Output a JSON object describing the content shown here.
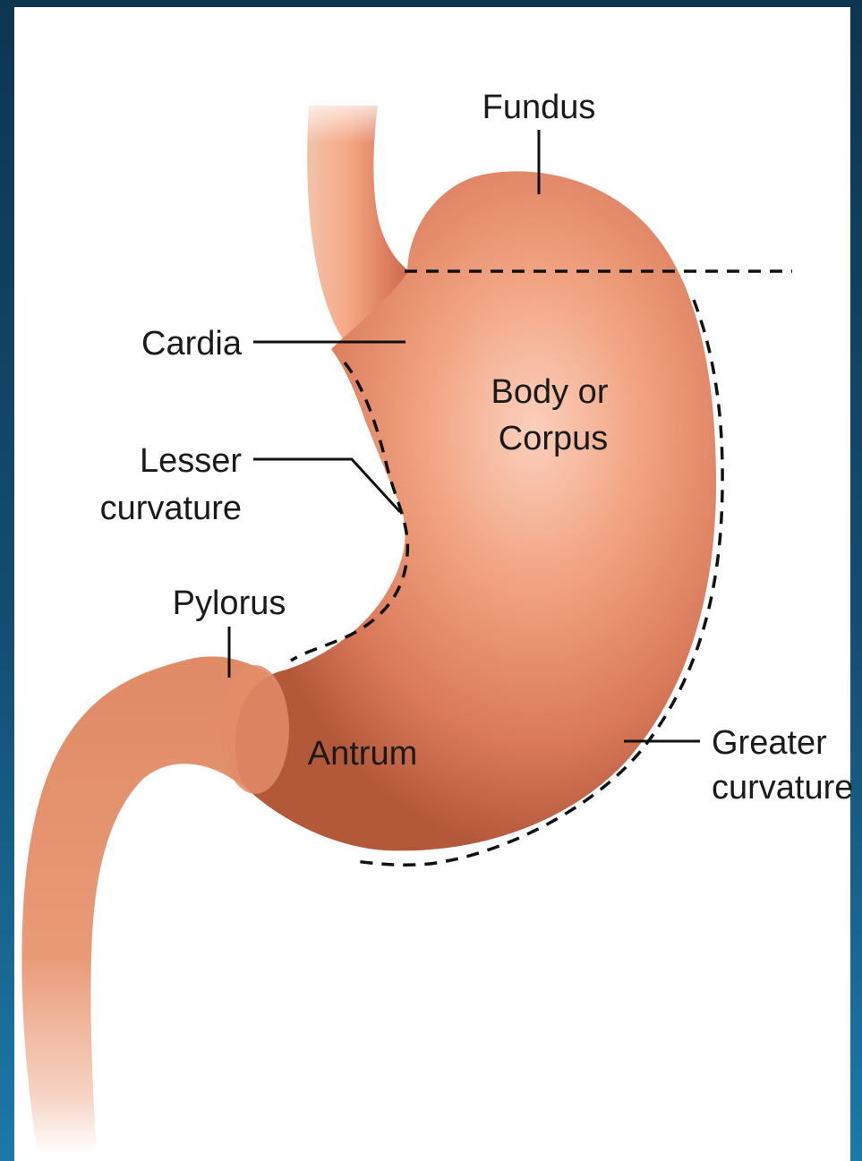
{
  "labels": {
    "fundus": "Fundus",
    "cardia": "Cardia",
    "body_line1": "Body or",
    "body_line2": "Corpus",
    "lesser_line1": "Lesser",
    "lesser_line2": "curvature",
    "pylorus": "Pylorus",
    "antrum": "Antrum",
    "greater_line1": "Greater",
    "greater_line2": "curvature"
  },
  "colors": {
    "stomach_light": "#f7b79c",
    "stomach_mid": "#e08a66",
    "stomach_dark": "#b4583a",
    "frame": "#144e72",
    "ink": "#1a1a1a"
  }
}
